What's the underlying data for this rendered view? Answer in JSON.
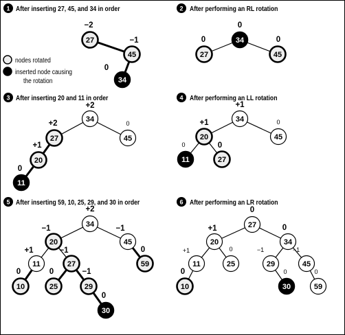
{
  "panels": [
    {
      "number": "1",
      "title": "After inserting 27, 45, and 34 in order",
      "nodes": [
        {
          "label": "27",
          "state": "rotated",
          "balance": "−2",
          "balance_weight": "bold"
        },
        {
          "label": "45",
          "state": "rotated",
          "balance": "−1",
          "balance_weight": "bold"
        },
        {
          "label": "34",
          "state": "inserted",
          "balance": "0",
          "balance_weight": "bold"
        }
      ],
      "edges": [
        [
          0,
          1,
          "bold"
        ],
        [
          1,
          2,
          "bold"
        ]
      ]
    },
    {
      "number": "2",
      "title": "After performing an RL rotation",
      "nodes": [
        {
          "label": "34",
          "state": "inserted",
          "balance": "0",
          "balance_weight": "bold"
        },
        {
          "label": "27",
          "state": "rotated",
          "balance": "0",
          "balance_weight": "bold"
        },
        {
          "label": "45",
          "state": "rotated",
          "balance": "0",
          "balance_weight": "bold"
        }
      ],
      "edges": [
        [
          0,
          1,
          "normal"
        ],
        [
          0,
          2,
          "normal"
        ]
      ]
    },
    {
      "number": "3",
      "title": "After inserting 20 and 11 in order",
      "nodes": [
        {
          "label": "34",
          "state": "normal",
          "balance": "+2",
          "balance_weight": "bold"
        },
        {
          "label": "27",
          "state": "rotated",
          "balance": "+2",
          "balance_weight": "bold"
        },
        {
          "label": "45",
          "state": "normal",
          "balance": "0",
          "balance_weight": "normal"
        },
        {
          "label": "20",
          "state": "rotated",
          "balance": "+1",
          "balance_weight": "bold"
        },
        {
          "label": "11",
          "state": "inserted",
          "balance": "0",
          "balance_weight": "bold"
        }
      ],
      "edges": [
        [
          0,
          1,
          "normal"
        ],
        [
          0,
          2,
          "normal"
        ],
        [
          1,
          3,
          "bold"
        ],
        [
          3,
          4,
          "bold"
        ]
      ]
    },
    {
      "number": "4",
      "title": "After performing an LL rotation",
      "nodes": [
        {
          "label": "34",
          "state": "normal",
          "balance": "+1",
          "balance_weight": "bold"
        },
        {
          "label": "20",
          "state": "rotated",
          "balance": "+1",
          "balance_weight": "bold"
        },
        {
          "label": "45",
          "state": "normal",
          "balance": "0",
          "balance_weight": "normal"
        },
        {
          "label": "11",
          "state": "inserted",
          "balance": "0",
          "balance_weight": "normal"
        },
        {
          "label": "27",
          "state": "rotated",
          "balance": "0",
          "balance_weight": "bold"
        }
      ],
      "edges": [
        [
          0,
          1,
          "normal"
        ],
        [
          0,
          2,
          "normal"
        ],
        [
          1,
          3,
          "normal"
        ],
        [
          1,
          4,
          "normal"
        ]
      ]
    },
    {
      "number": "5",
      "title": "After inserting 59, 10, 25, 29, and 30 in order",
      "nodes": [
        {
          "label": "34",
          "state": "normal",
          "balance": "+2",
          "balance_weight": "bold"
        },
        {
          "label": "20",
          "state": "rotated",
          "balance": "−1",
          "balance_weight": "bold"
        },
        {
          "label": "45",
          "state": "normal",
          "balance": "−1",
          "balance_weight": "bold"
        },
        {
          "label": "11",
          "state": "normal",
          "balance": "+1",
          "balance_weight": "bold"
        },
        {
          "label": "27",
          "state": "rotated",
          "balance": "−1",
          "balance_weight": "bold"
        },
        {
          "label": "59",
          "state": "rotated",
          "balance": "0",
          "balance_weight": "bold"
        },
        {
          "label": "10",
          "state": "rotated",
          "balance": "0",
          "balance_weight": "bold"
        },
        {
          "label": "25",
          "state": "rotated",
          "balance": "0",
          "balance_weight": "bold"
        },
        {
          "label": "29",
          "state": "rotated",
          "balance": "−1",
          "balance_weight": "bold"
        },
        {
          "label": "30",
          "state": "inserted",
          "balance": "0",
          "balance_weight": "bold"
        }
      ],
      "edges": [
        [
          0,
          1,
          "normal"
        ],
        [
          0,
          2,
          "normal"
        ],
        [
          1,
          3,
          "normal"
        ],
        [
          1,
          4,
          "normal"
        ],
        [
          2,
          5,
          "bold"
        ],
        [
          3,
          6,
          "bold"
        ],
        [
          4,
          7,
          "bold"
        ],
        [
          4,
          8,
          "bold"
        ],
        [
          8,
          9,
          "bold"
        ]
      ]
    },
    {
      "number": "6",
      "title": "After performing an LR rotation",
      "nodes": [
        {
          "label": "27",
          "state": "normal",
          "balance": "0",
          "balance_weight": "bold"
        },
        {
          "label": "20",
          "state": "normal",
          "balance": "+1",
          "balance_weight": "bold"
        },
        {
          "label": "34",
          "state": "normal",
          "balance": "0",
          "balance_weight": "bold"
        },
        {
          "label": "11",
          "state": "normal",
          "balance": "+1",
          "balance_weight": "normal"
        },
        {
          "label": "25",
          "state": "normal",
          "balance": "0",
          "balance_weight": "normal"
        },
        {
          "label": "29",
          "state": "normal",
          "balance": "−1",
          "balance_weight": "normal"
        },
        {
          "label": "45",
          "state": "normal",
          "balance": "−1",
          "balance_weight": "normal"
        },
        {
          "label": "10",
          "state": "rotated",
          "balance": "0",
          "balance_weight": "bold"
        },
        {
          "label": "30",
          "state": "inserted",
          "balance": "0",
          "balance_weight": "normal"
        },
        {
          "label": "59",
          "state": "normal",
          "balance": "0",
          "balance_weight": "normal"
        }
      ],
      "edges": [
        [
          0,
          1,
          "normal"
        ],
        [
          0,
          2,
          "normal"
        ],
        [
          1,
          3,
          "normal"
        ],
        [
          1,
          4,
          "normal"
        ],
        [
          2,
          5,
          "normal"
        ],
        [
          2,
          6,
          "normal"
        ],
        [
          3,
          7,
          "normal"
        ],
        [
          5,
          8,
          "normal"
        ],
        [
          6,
          9,
          "normal"
        ]
      ]
    }
  ],
  "legend": {
    "rotated_label": "nodes rotated",
    "inserted_label": "inserted node causing the rotation",
    "inserted_label_line1": "inserted node causing",
    "inserted_label_line2": "the rotation"
  }
}
